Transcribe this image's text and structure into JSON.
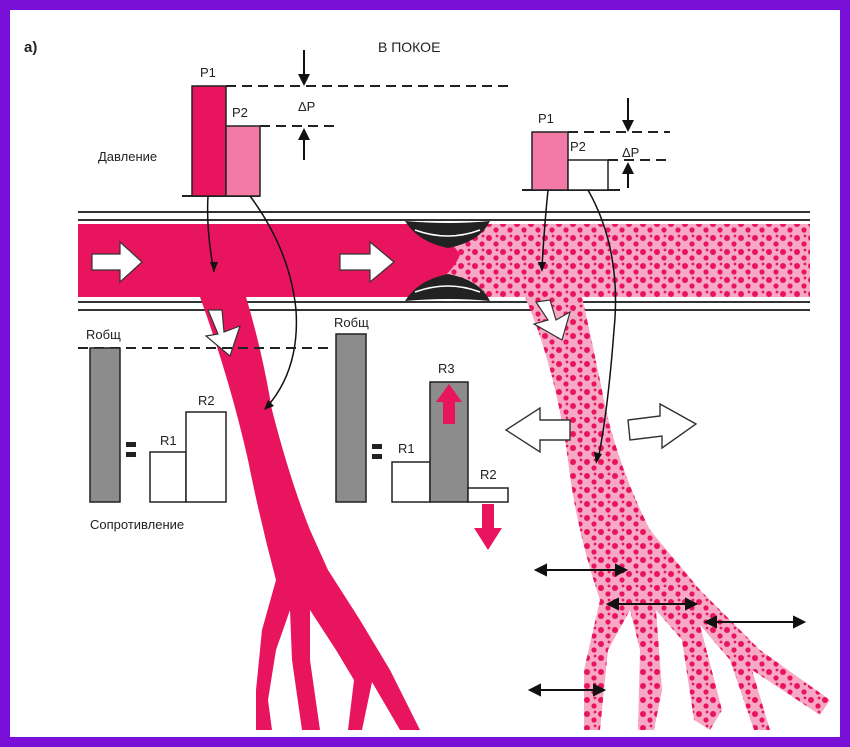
{
  "panel_label": "а)",
  "title": "В ПОКОЕ",
  "pressure_label": "Давление",
  "resistance_label": "Сопротивление",
  "left": {
    "p1": "P1",
    "p2": "P2",
    "delta": "ΔP",
    "r_total": "Rобщ",
    "r1": "R1",
    "r2": "R2"
  },
  "right": {
    "p1": "P1",
    "p2": "P2",
    "delta": "ΔP",
    "r_total": "Rобщ",
    "r1": "R1",
    "r3": "R3",
    "r2": "R2"
  },
  "colors": {
    "frame": "#7a10d8",
    "blood": "#e8145e",
    "blood_light": "#f37aa6",
    "blood_pale": "#f7a8c4",
    "gray_bar": "#8c8c8c",
    "plaque": "#222222"
  }
}
